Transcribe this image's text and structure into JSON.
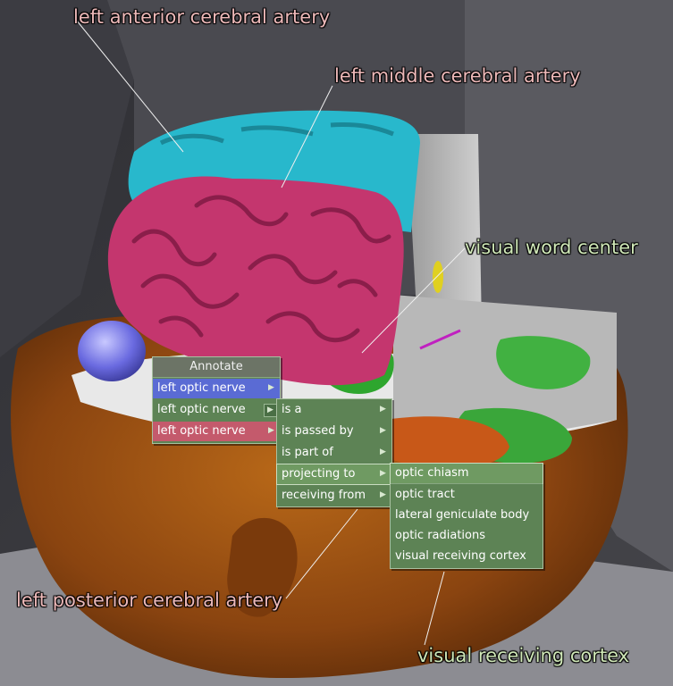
{
  "labels": {
    "anterior": "left anterior cerebral artery",
    "middle": "left middle cerebral artery",
    "visual_word": "visual word center",
    "posterior": "left posterior cerebral artery",
    "visual_cortex": "visual receiving cortex"
  },
  "menu1": {
    "title": "Annotate",
    "items": [
      "left optic nerve",
      "left optic nerve",
      "left optic nerve"
    ]
  },
  "menu2": {
    "items": [
      "is a",
      "is passed by",
      "is part of",
      "projecting to",
      "receiving from"
    ]
  },
  "menu3": {
    "items": [
      "optic chiasm",
      "optic tract",
      "lateral geniculate body",
      "optic radiations",
      "visual receiving cortex"
    ]
  },
  "icons": {
    "submenu_arrow": "▶"
  },
  "colors": {
    "menu_bg": "#5d8355",
    "highlight_blue": "#5a6bd4",
    "highlight_red": "#c45a6c",
    "label_pink": "#ecb8b8",
    "label_green": "#cfe7b7",
    "brain_pink": "#c4366e",
    "brain_cyan": "#28b8cc",
    "skin": "#a0500f"
  }
}
